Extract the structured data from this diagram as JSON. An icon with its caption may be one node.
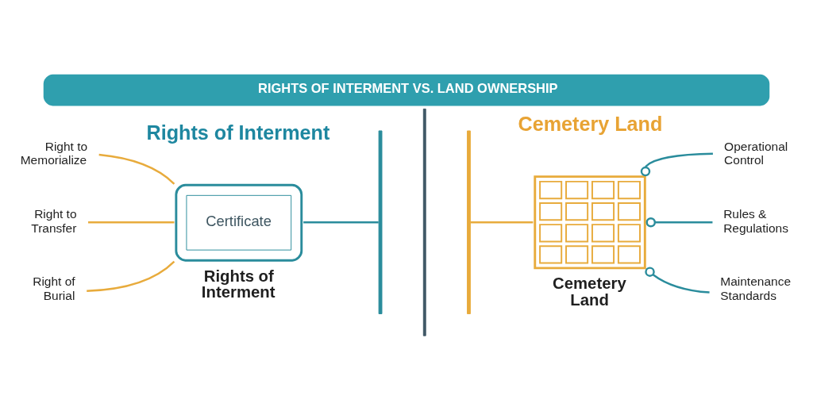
{
  "diagram": {
    "title": "RIGHTS OF INTERMENT VS. LAND OWNERSHIP",
    "nodes": [
      {
        "text": [
          "Right to Memorialize"
        ]
      },
      {
        "text": [
          "Right to Transfer"
        ]
      },
      {
        "text": [
          "Right of Burial"
        ]
      },
      {
        "text": [
          "Certificate",
          "Rights of Interment"
        ]
      },
      {
        "text": [],
        "shape": "bar"
      },
      {
        "text": [],
        "shape": "bar"
      },
      {
        "text": [
          "Cemetery Land"
        ]
      },
      {
        "text": [
          "Operational Control"
        ]
      },
      {
        "text": [
          "Rules & Regulations"
        ]
      },
      {
        "text": [
          "Maintenance Standards"
        ]
      }
    ],
    "edges": [
      {
        "from": 0,
        "to": 3,
        "arrow": "none",
        "color": "#e8ab3c"
      },
      {
        "from": 1,
        "to": 3,
        "arrow": "none",
        "color": "#e8ab3c"
      },
      {
        "from": 2,
        "to": 3,
        "arrow": "none",
        "color": "#e8ab3c"
      },
      {
        "from": 3,
        "to": 4,
        "arrow": "none",
        "color": "#2a8c9c"
      },
      {
        "from": 5,
        "to": 6,
        "arrow": "none",
        "color": "#e8ab3c"
      },
      {
        "from": 6,
        "to": 7,
        "arrow": "other",
        "color": "#2a8c9c"
      },
      {
        "from": 6,
        "to": 8,
        "arrow": "other",
        "color": "#2a8c9c"
      },
      {
        "from": 6,
        "to": 9,
        "arrow": "other",
        "color": "#2a8c9c"
      }
    ],
    "labels": [
      "Rights of Interment",
      "Cemetery Land"
    ]
  }
}
